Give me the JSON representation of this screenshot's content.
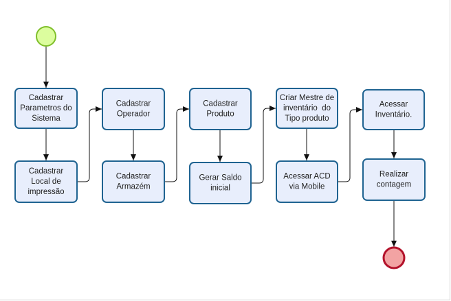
{
  "colors": {
    "task_fill": "#e8eefc",
    "task_stroke": "#1f6391",
    "start_fill": "#dcfd9e",
    "start_stroke": "#7fbf2a",
    "end_fill": "#f2a3a3",
    "end_stroke": "#b3122b",
    "edge": "#111111"
  },
  "tasks": [
    {
      "id": "t1",
      "lines": [
        "Cadastrar",
        "Parametros do",
        "Sistema"
      ]
    },
    {
      "id": "t2",
      "lines": [
        "Cadastrar",
        "Local de",
        "impressão"
      ]
    },
    {
      "id": "t3",
      "lines": [
        "Cadastrar",
        "Operador"
      ]
    },
    {
      "id": "t4",
      "lines": [
        "Cadastrar",
        "Armazém"
      ]
    },
    {
      "id": "t5",
      "lines": [
        "Cadastrar",
        "Produto"
      ]
    },
    {
      "id": "t6",
      "lines": [
        "Gerar Saldo",
        "inicial"
      ]
    },
    {
      "id": "t7",
      "lines": [
        "Criar Mestre de",
        "inventário  do",
        "Tipo produto"
      ]
    },
    {
      "id": "t8",
      "lines": [
        "Acessar ACD",
        "via Mobile"
      ]
    },
    {
      "id": "t9",
      "lines": [
        "Acessar",
        "Inventário."
      ]
    },
    {
      "id": "t10",
      "lines": [
        "Realizar",
        "contagem"
      ]
    }
  ],
  "flow": [
    "start",
    "t1",
    "t2",
    "t3",
    "t4",
    "t5",
    "t6",
    "t7",
    "t8",
    "t9",
    "t10",
    "end"
  ]
}
